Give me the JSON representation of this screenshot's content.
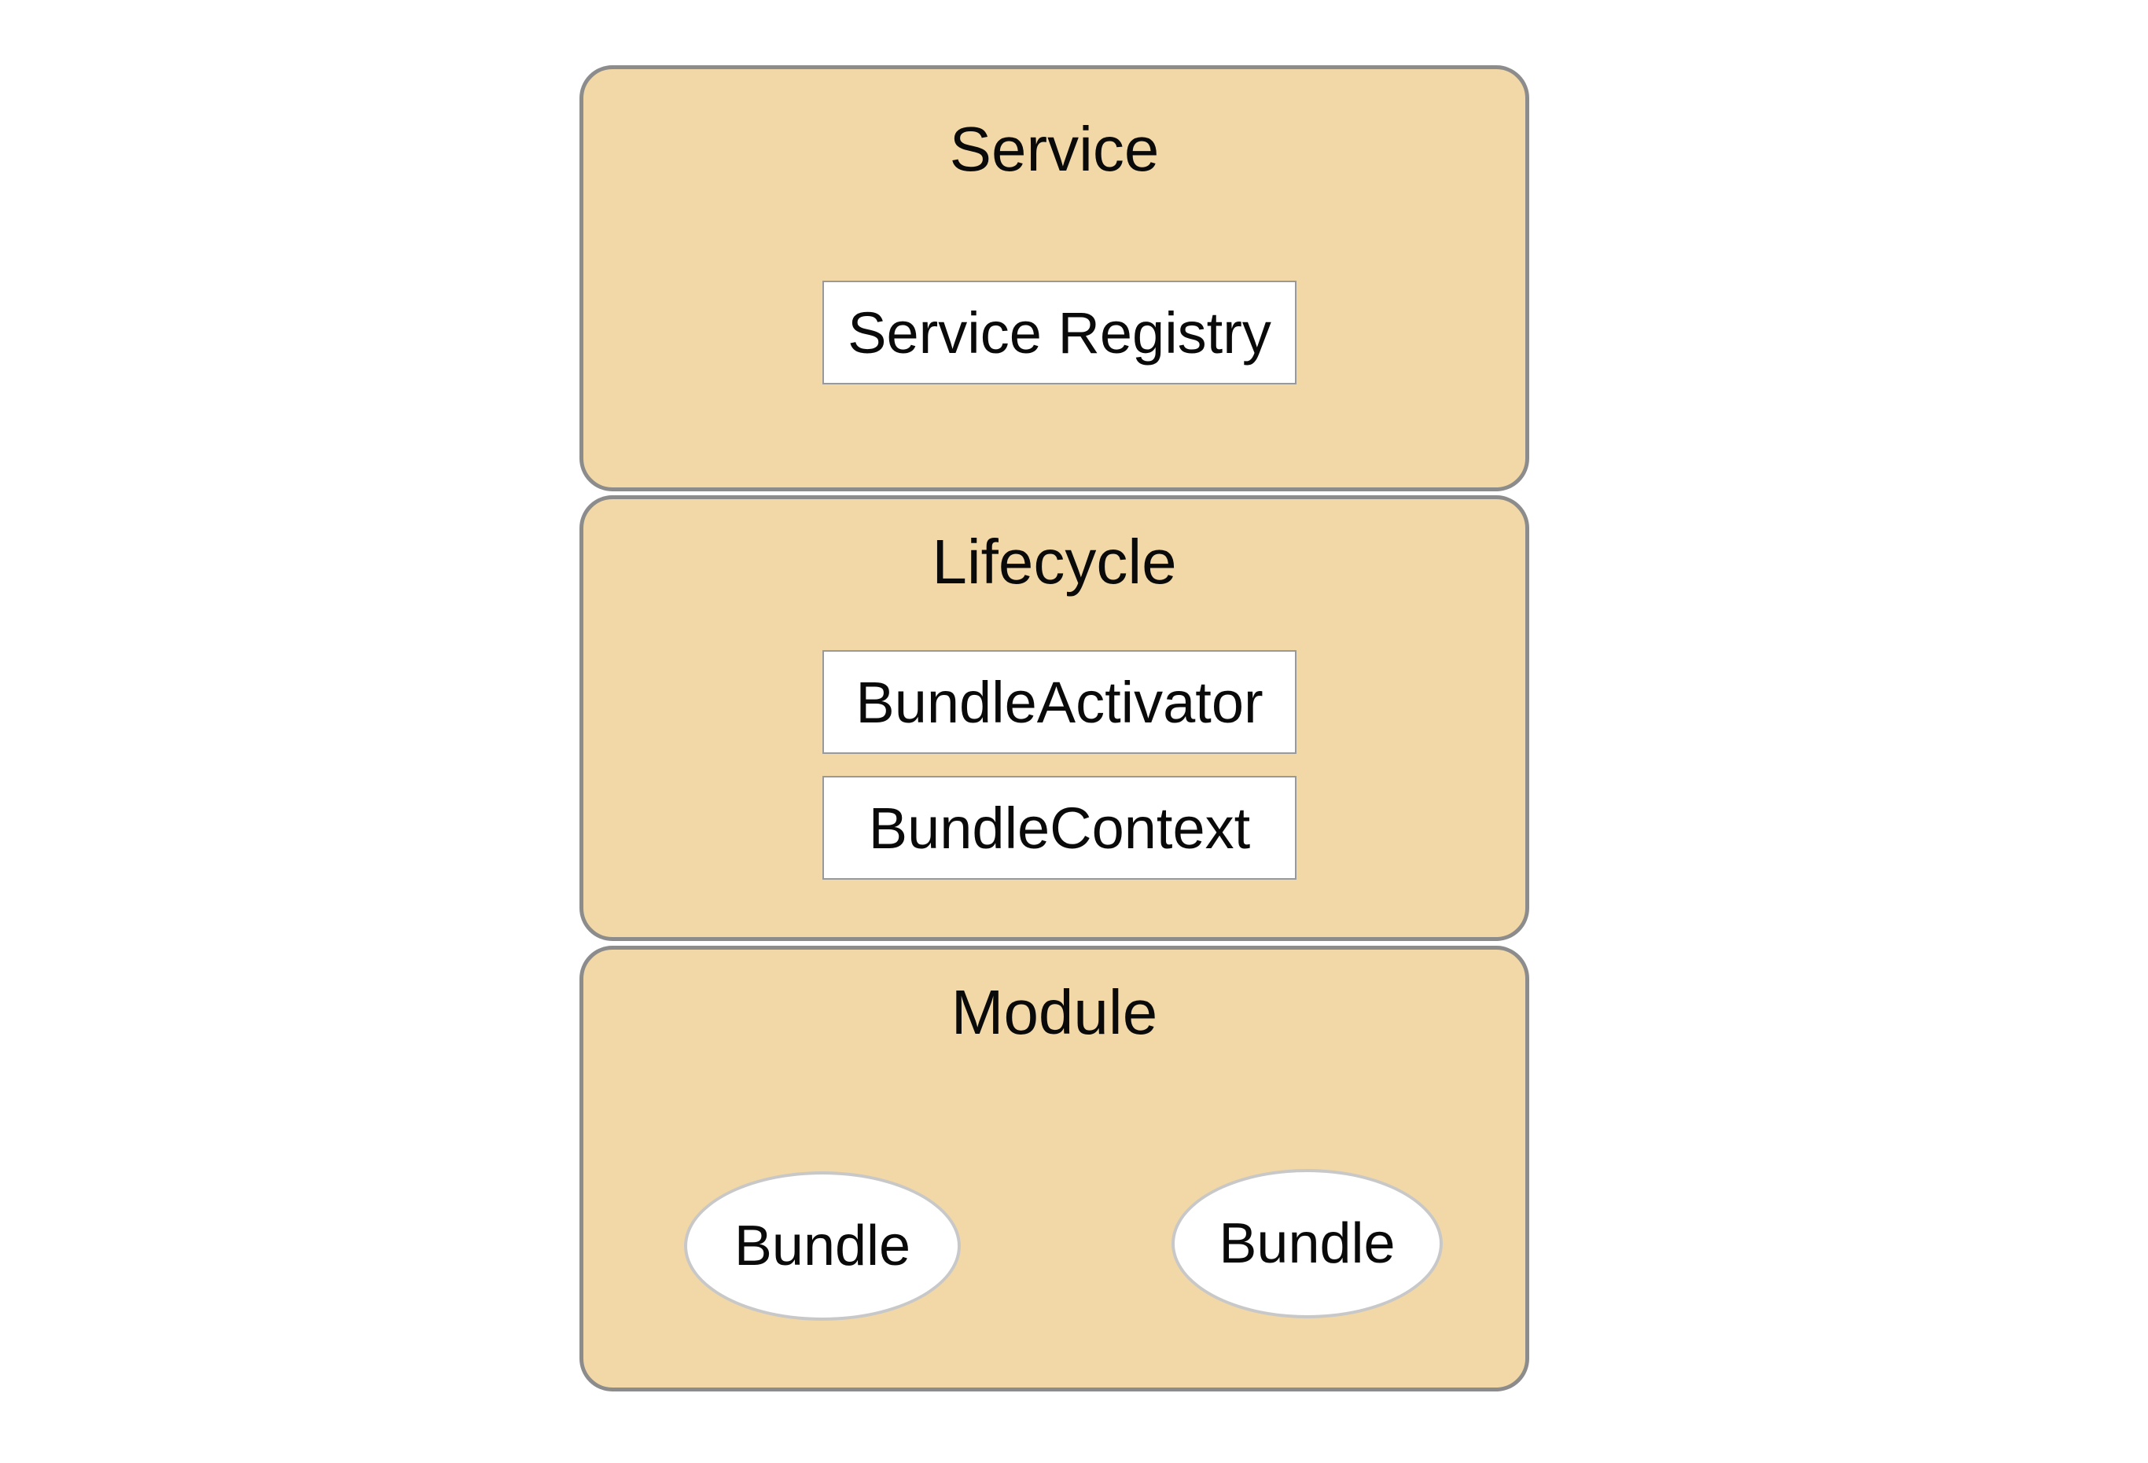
{
  "diagram": {
    "layers": [
      {
        "title": "Service",
        "items": [
          {
            "shape": "rect",
            "label": "Service Registry"
          }
        ]
      },
      {
        "title": "Lifecycle",
        "items": [
          {
            "shape": "rect",
            "label": "BundleActivator"
          },
          {
            "shape": "rect",
            "label": "BundleContext"
          }
        ]
      },
      {
        "title": "Module",
        "items": [
          {
            "shape": "ellipse",
            "label": "Bundle"
          },
          {
            "shape": "ellipse",
            "label": "Bundle"
          }
        ]
      }
    ],
    "colors": {
      "layer_fill": "#f2d8a6",
      "layer_border": "#8c8c8c",
      "inner_box_fill": "#ffffff",
      "inner_box_border": "#999999",
      "ellipse_fill": "#ffffff",
      "ellipse_border": "#c8c8c8",
      "text": "#0a0a0a",
      "background": "#ffffff"
    }
  }
}
